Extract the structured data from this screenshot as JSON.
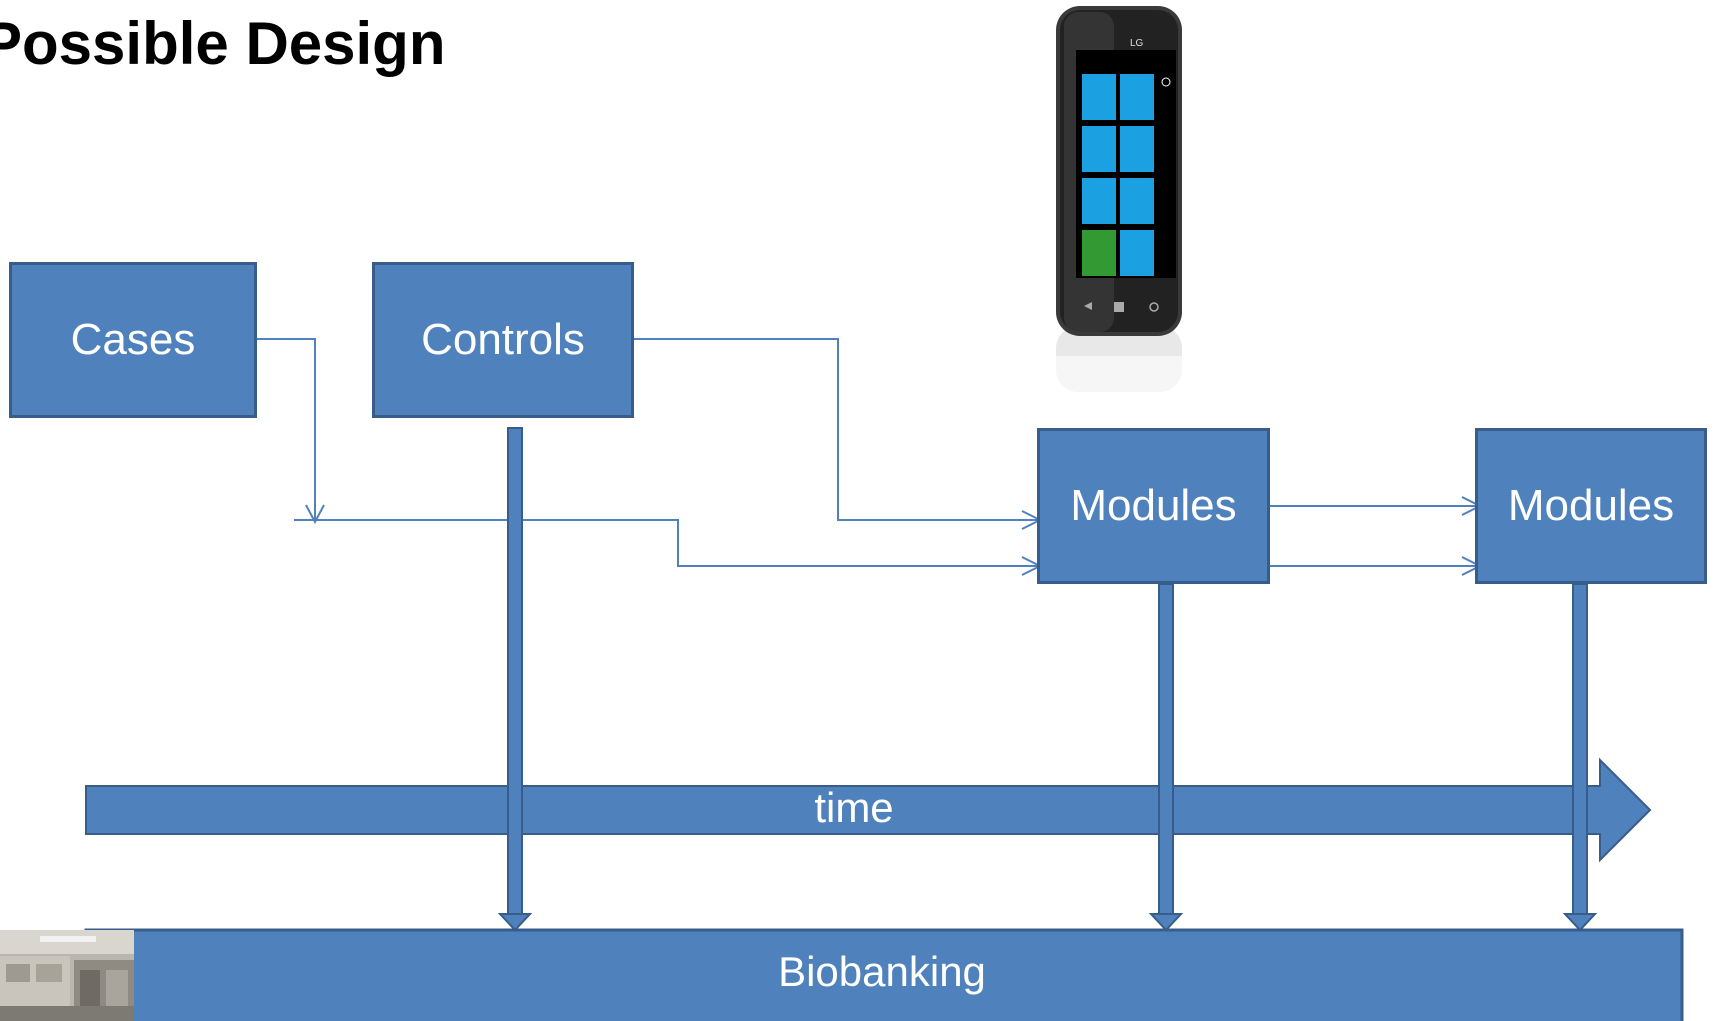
{
  "slide": {
    "title": "Possible Design"
  },
  "nodes": {
    "cases": "Cases",
    "controls": "Controls",
    "modules_1": "Modules",
    "modules_2": "Modules"
  },
  "timeline": {
    "label": "time"
  },
  "storage": {
    "label": "Biobanking"
  },
  "images": {
    "phone": "smartphone-image",
    "lab": "laboratory-photo"
  },
  "colors": {
    "box_fill": "#4f81bd",
    "box_border": "#385d8a",
    "connector": "#4f81bd",
    "phone_tile": "#1ba1e2",
    "phone_tile_green": "#339933",
    "text_on_box": "#ffffff",
    "title_text": "#000000"
  }
}
